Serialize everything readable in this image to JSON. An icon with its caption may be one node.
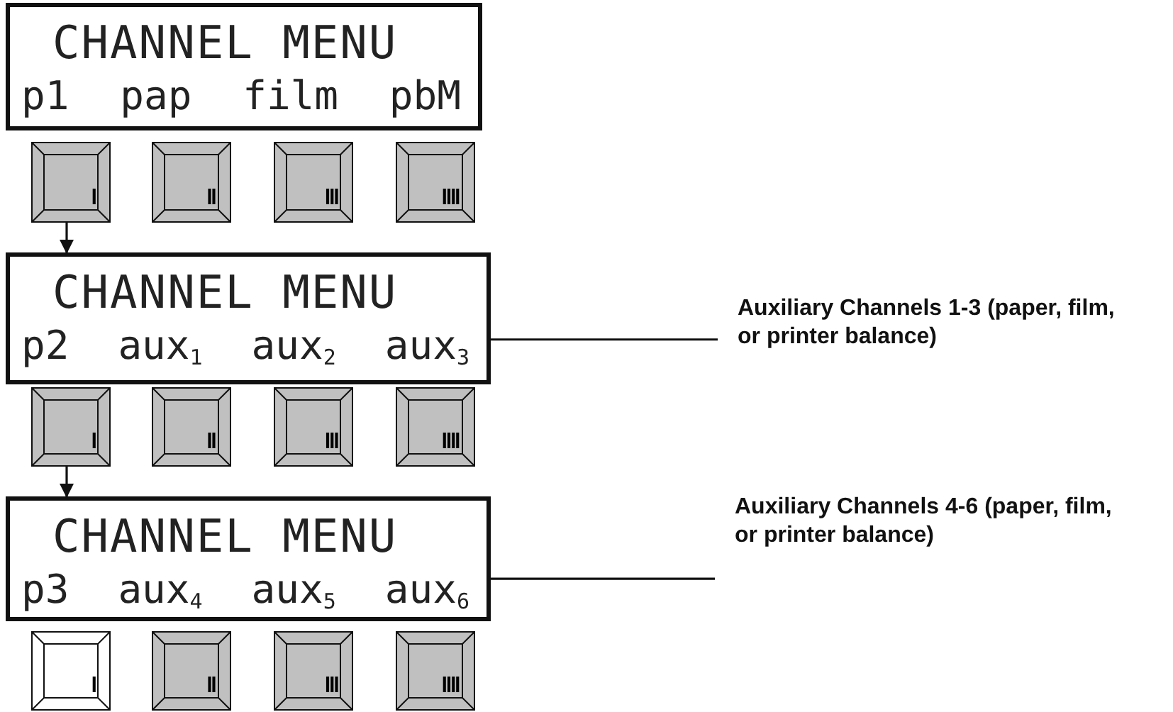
{
  "diagram": {
    "nodes": [
      {
        "text": [
          "CHANNEL MENU",
          "p1 pap film pbM"
        ]
      },
      {
        "text": [
          "I"
        ]
      },
      {
        "text": [
          "II"
        ]
      },
      {
        "text": [
          "III"
        ]
      },
      {
        "text": [
          "IIII"
        ]
      },
      {
        "text": [
          "CHANNEL MENU",
          "p2 aux$_{1}$ aux$_{2}$ aux$_{3}$"
        ]
      },
      {
        "text": [
          "Auxiliary Channels 1-3 (paper, film, or printer balance)"
        ]
      },
      {
        "text": [
          "I"
        ]
      },
      {
        "text": [
          "II"
        ]
      },
      {
        "text": [
          "III"
        ]
      },
      {
        "text": [
          "IIII"
        ]
      },
      {
        "text": [
          "CHANNEL MENU",
          "p3 aux$_{4}$ aux$_{5}$ aux$_{6}$"
        ]
      },
      {
        "text": [
          "Auxiliary Channels 4-6 (paper, film, or printer balance)"
        ]
      },
      {
        "text": [
          "I"
        ]
      },
      {
        "text": [
          "II"
        ]
      },
      {
        "text": [
          "III"
        ]
      },
      {
        "text": [
          "IIII"
        ]
      }
    ],
    "edges": [
      {
        "from": 1,
        "to": 5,
        "arrow": "to"
      },
      {
        "from": 6,
        "to": 5,
        "arrow": "none"
      },
      {
        "from": 7,
        "to": 11,
        "arrow": "to"
      },
      {
        "from": 12,
        "to": 11,
        "arrow": "none"
      }
    ]
  }
}
